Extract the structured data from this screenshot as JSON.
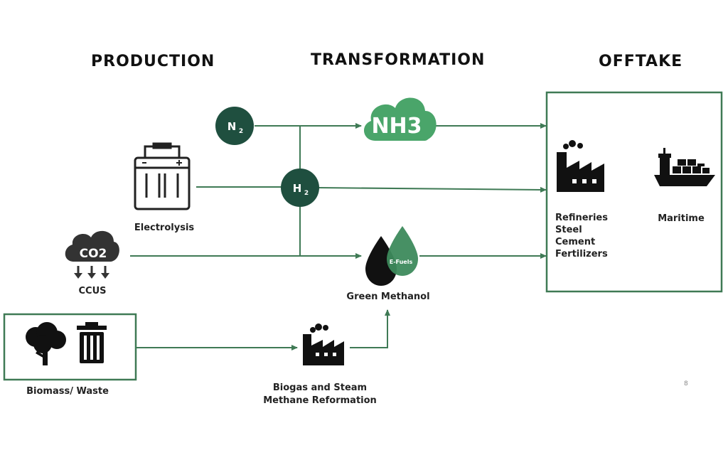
{
  "headers": {
    "production": "PRODUCTION",
    "transformation": "TRANSFORMATION",
    "offtake": "OFFTAKE"
  },
  "nodes": {
    "n2": {
      "main": "N",
      "sub": "2"
    },
    "h2": {
      "main": "H",
      "sub": "2"
    },
    "nh3": "NH3",
    "co2": "CO2",
    "efuels": "E-Fuels"
  },
  "labels": {
    "electrolysis": "Electrolysis",
    "ccus": "CCUS",
    "green_methanol": "Green Methanol",
    "biomass_waste": "Biomass/ Waste",
    "biogas_line1": "Biogas and Steam",
    "biogas_line2": "Methane Reformation",
    "maritime": "Maritime"
  },
  "offtake_items": [
    "Refineries",
    "Steel",
    "Cement",
    "Fertilizers"
  ],
  "page_number": "8",
  "colors": {
    "dark_green": "#1f4f3f",
    "mid_green": "#3d8a5c",
    "light_green": "#4aa56a",
    "line": "#3f7a55",
    "box_border": "#3f7a55"
  },
  "icons": [
    "battery-icon",
    "co2-cloud-icon",
    "tree-icon",
    "trash-icon",
    "factory-icon",
    "ship-icon",
    "droplet-icon"
  ]
}
